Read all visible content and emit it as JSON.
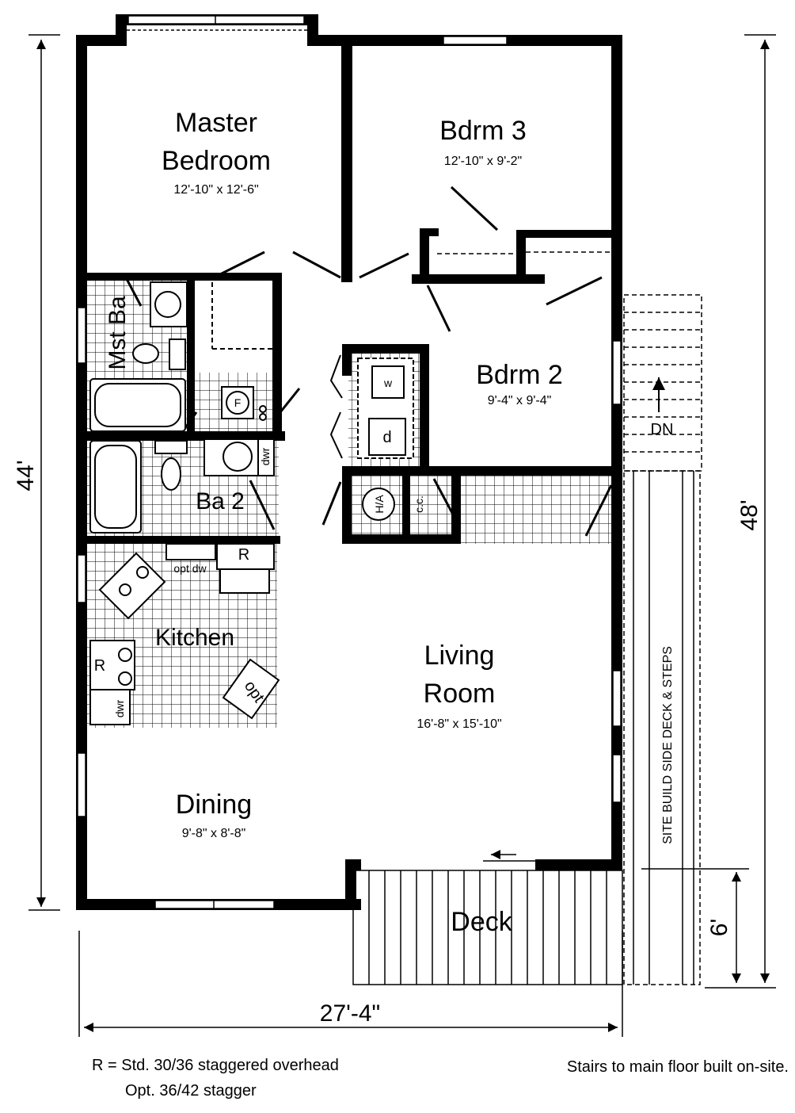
{
  "rooms": {
    "master_bedroom": {
      "line1": "Master",
      "line2": "Bedroom",
      "size": "12'-10\" x 12'-6\""
    },
    "bedroom3": {
      "name": "Bdrm 3",
      "size": "12'-10\" x 9'-2\""
    },
    "bedroom2": {
      "name": "Bdrm 2",
      "size": "9'-4\" x 9'-4\""
    },
    "master_bath": {
      "name": "Mst Ba"
    },
    "bath2": {
      "name": "Ba 2"
    },
    "kitchen": {
      "name": "Kitchen"
    },
    "living_room": {
      "line1": "Living",
      "line2": "Room",
      "size": "16'-8\" x 15'-10\""
    },
    "dining": {
      "name": "Dining",
      "size": "9'-8\" x 8'-8\""
    },
    "deck": {
      "name": "Deck"
    }
  },
  "fixtures": {
    "washer": "w",
    "dryer": "d",
    "furnace": "F",
    "hvac": "H/A",
    "closet": "c.c.",
    "dishwasher_optional": "opt dw",
    "refrigerator": "R",
    "range": "R",
    "dishwasher": "dwr",
    "bath_dwr": "dwr",
    "island_optional": "opt",
    "stair_down": "DN"
  },
  "dimensions": {
    "width": "27'-4\"",
    "depth_left": "44'",
    "depth_right": "48'",
    "deck_depth": "6'"
  },
  "side_deck_label": "SITE BUILD SIDE DECK & STEPS",
  "notes": {
    "range_note_line1": "R = Std. 30/36 staggered overhead",
    "range_note_line2": "Opt. 36/42 stagger",
    "stairs_note": "Stairs to main floor built on-site."
  }
}
